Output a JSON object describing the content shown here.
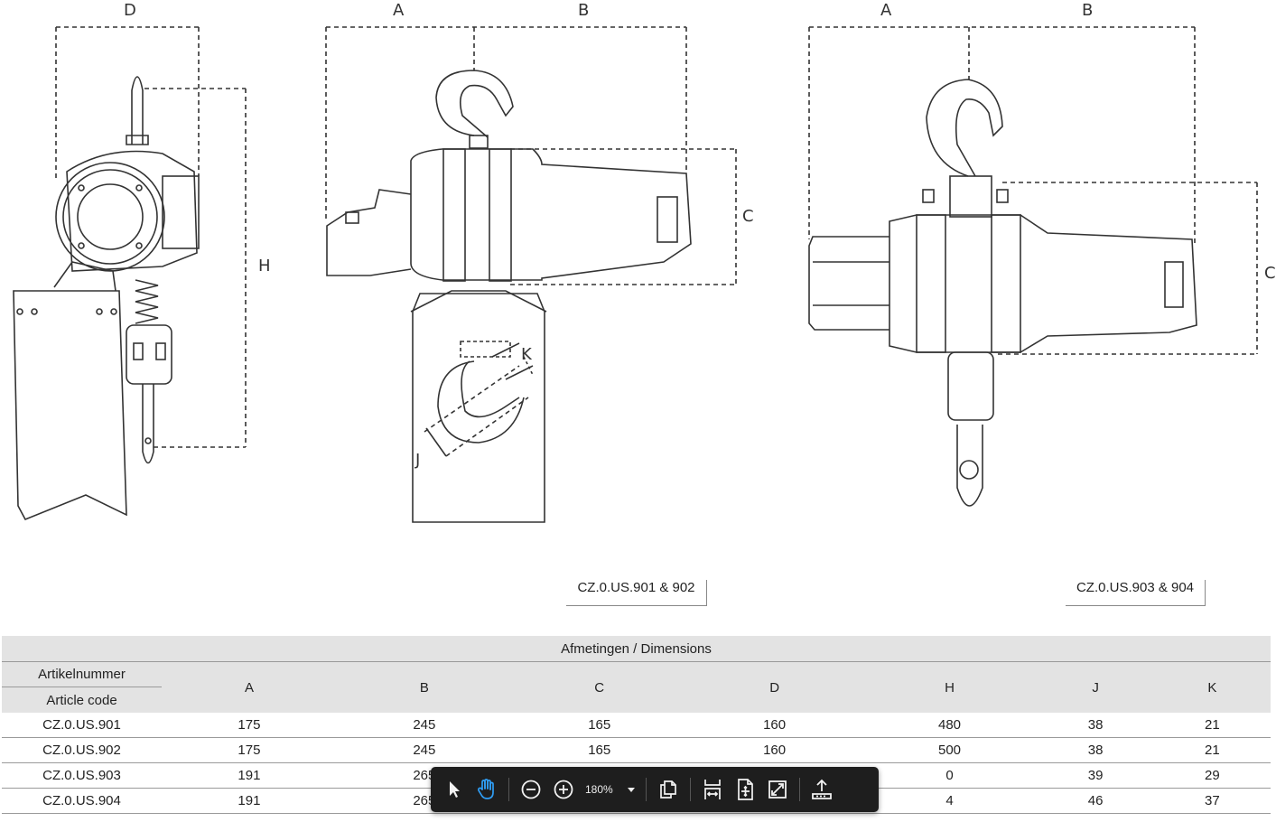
{
  "drawing": {
    "dimension_labels": {
      "left_view": [
        "D",
        "H"
      ],
      "middle_view": [
        "A",
        "B",
        "C",
        "K",
        "J"
      ],
      "right_view": [
        "A",
        "B",
        "C"
      ]
    },
    "captions": [
      "CZ.0.US.901 & 902",
      "CZ.0.US.903 & 904"
    ]
  },
  "table": {
    "title": "Afmetingen / Dimensions",
    "code_header_nl": "Artikelnummer",
    "code_header_en": "Article code",
    "columns": [
      "A",
      "B",
      "C",
      "D",
      "H",
      "J",
      "K"
    ],
    "rows": [
      {
        "code": "CZ.0.US.901",
        "values": [
          "175",
          "245",
          "165",
          "160",
          "480",
          "38",
          "21"
        ]
      },
      {
        "code": "CZ.0.US.902",
        "values": [
          "175",
          "245",
          "165",
          "160",
          "500",
          "38",
          "21"
        ]
      },
      {
        "code": "CZ.0.US.903",
        "values": [
          "191",
          "265",
          "",
          "",
          "0",
          "39",
          "29"
        ]
      },
      {
        "code": "CZ.0.US.904",
        "values": [
          "191",
          "265",
          "",
          "",
          "4",
          "46",
          "37"
        ]
      }
    ]
  },
  "toolbar": {
    "zoom_label": "180%",
    "icons": [
      "select-arrow-icon",
      "hand-pan-icon",
      "zoom-out-icon",
      "zoom-in-icon",
      "zoom-dropdown-icon",
      "copy-pages-icon",
      "fit-width-icon",
      "fit-page-icon",
      "fullscreen-icon",
      "upload-icon"
    ]
  }
}
